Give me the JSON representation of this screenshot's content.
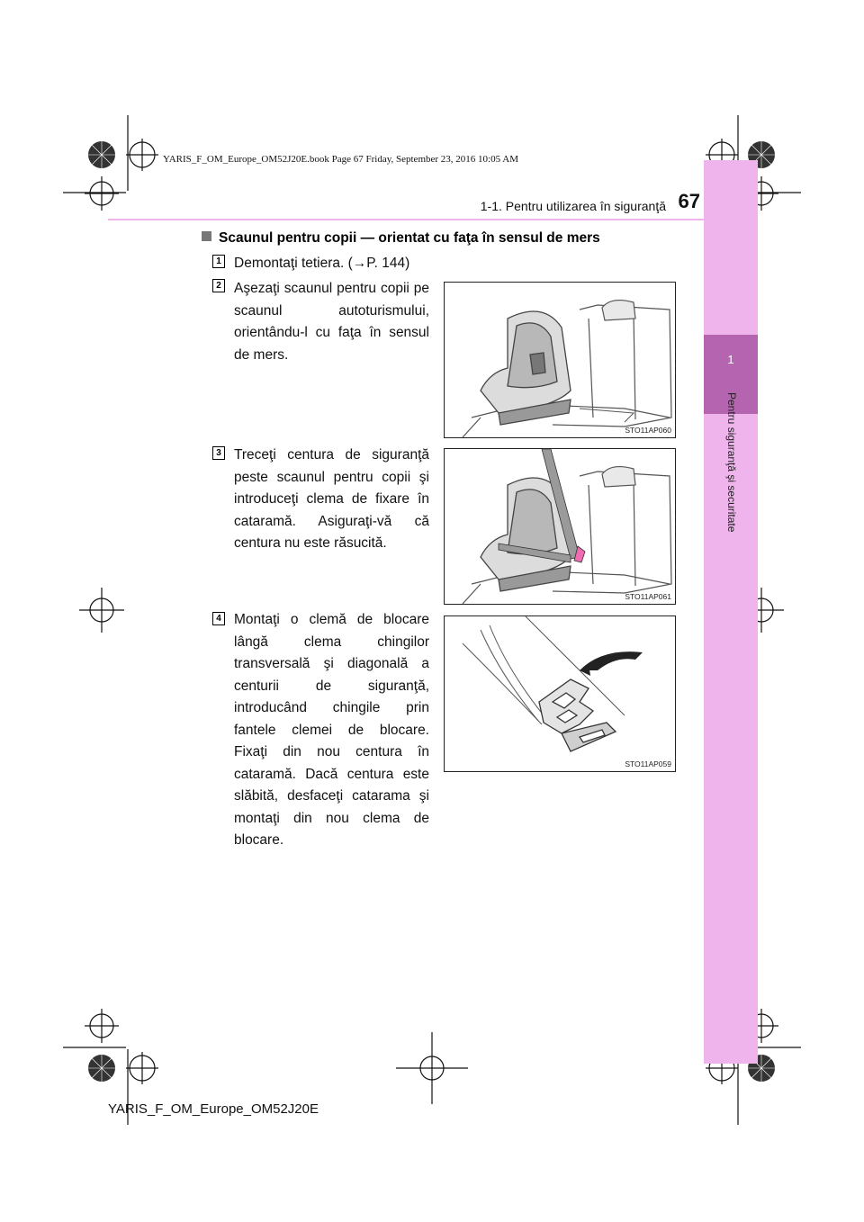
{
  "header": {
    "book_line": "YARIS_F_OM_Europe_OM52J20E.book  Page 67  Friday, September 23, 2016  10:05 AM",
    "section": "1-1. Pentru utilizarea în siguranţă",
    "page_number": "67"
  },
  "side_tab": {
    "chapter_number": "1",
    "chapter_title": "Pentru siguranţă şi securitate"
  },
  "section_title": "Scaunul pentru copii — orientat cu faţa în sensul de mers",
  "steps": [
    {
      "number": "1",
      "text": "Demontaţi tetiera. (→P. 144)"
    },
    {
      "number": "2",
      "text": "Aşezaţi scaunul pentru copii pe scaunul autoturismului, orientându-l cu faţa în sensul de mers."
    },
    {
      "number": "3",
      "text": "Treceţi centura de siguranţă peste scaunul pentru copii şi introduceţi clema de fixare în cataramă. Asiguraţi-vă că centura nu este răsucită."
    },
    {
      "number": "4",
      "text": "Montaţi o clemă de blocare lângă clema chingilor transversală şi diagonală a centurii de siguranţă, introducând chingile prin fantele clemei de blocare. Fixaţi din nou centura în cataramă. Dacă centura este slăbită, desfaceţi catarama şi montaţi din nou clema de blocare."
    }
  ],
  "figures": [
    {
      "code": "STO11AP060"
    },
    {
      "code": "STO11AP061"
    },
    {
      "code": "STO11AP059"
    }
  ],
  "colors": {
    "tab_light": "#f0b4ec",
    "tab_dark": "#b565b0",
    "arrow_pink": "#f06bb0"
  },
  "footer": "YARIS_F_OM_Europe_OM52J20E"
}
